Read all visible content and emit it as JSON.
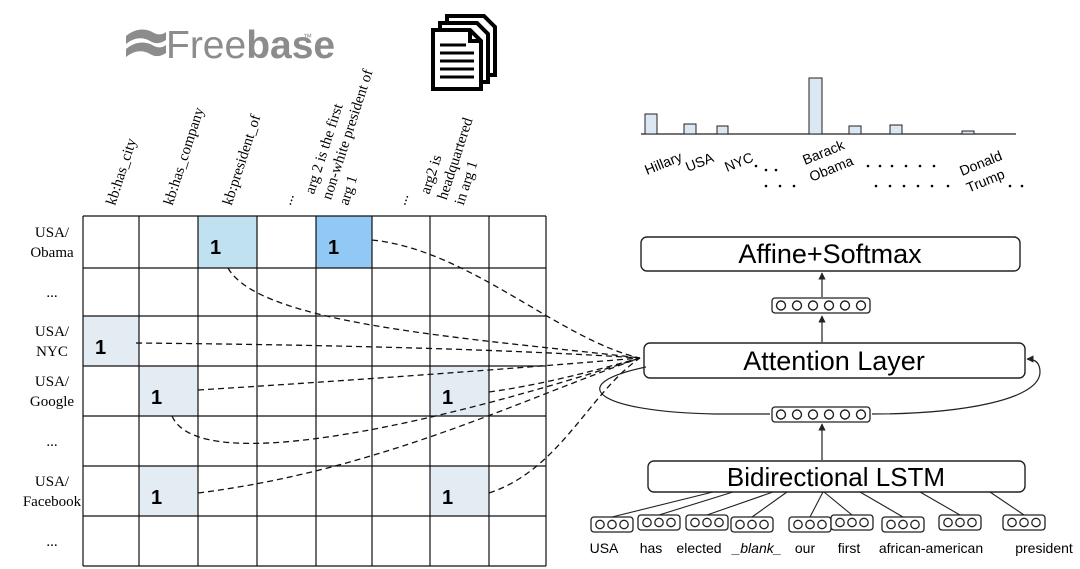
{
  "logo": {
    "text_light": "Free",
    "text_bold": "base",
    "tm": "™",
    "icon": "freebase-logo-icon"
  },
  "document_icon": "document-stack-icon",
  "matrix": {
    "columns": [
      {
        "lines": [
          "kb:has_city"
        ]
      },
      {
        "lines": [
          "kb:has_company"
        ]
      },
      {
        "lines": [
          "kb:president_of"
        ]
      },
      {
        "lines": [
          "..."
        ]
      },
      {
        "lines": [
          "arg 2 is the first",
          "non-white president of",
          "arg 1"
        ]
      },
      {
        "lines": [
          "..."
        ]
      },
      {
        "lines": [
          "arg2 is",
          "headquartered",
          "in arg 1"
        ]
      },
      {
        "lines": []
      }
    ],
    "rows": [
      {
        "lines": [
          "USA/",
          "Obama"
        ]
      },
      {
        "lines": [
          "..."
        ]
      },
      {
        "lines": [
          "USA/",
          "NYC"
        ]
      },
      {
        "lines": [
          "USA/",
          "Google"
        ]
      },
      {
        "lines": [
          "..."
        ]
      },
      {
        "lines": [
          "USA/",
          "Facebook"
        ]
      },
      {
        "lines": [
          "..."
        ]
      }
    ],
    "cells": [
      {
        "row": 0,
        "col": 2,
        "value": "1",
        "color": "#bfe1f0"
      },
      {
        "row": 0,
        "col": 4,
        "value": "1",
        "color": "#92c8f4"
      },
      {
        "row": 2,
        "col": 0,
        "value": "1",
        "color": "#e3ebf3"
      },
      {
        "row": 3,
        "col": 1,
        "value": "1",
        "color": "#e3ebf3"
      },
      {
        "row": 3,
        "col": 6,
        "value": "1",
        "color": "#e3ebf3"
      },
      {
        "row": 5,
        "col": 1,
        "value": "1",
        "color": "#e3ebf3"
      },
      {
        "row": 5,
        "col": 6,
        "value": "1",
        "color": "#e3ebf3"
      }
    ]
  },
  "network": {
    "affine_label": "Affine+Softmax",
    "attention_label": "Attention Layer",
    "lstm_label": "Bidirectional LSTM",
    "words": [
      "USA",
      "has",
      "elected",
      "_blank_",
      "our",
      "first",
      "african-american",
      "president"
    ]
  },
  "output_histogram": {
    "bars": [
      {
        "label": "Hillary",
        "value": 20
      },
      {
        "label": "USA",
        "value": 10
      },
      {
        "label": "NYC",
        "value": 8
      },
      {
        "label": "Barack Obama",
        "value": 56
      },
      {
        "label": "",
        "value": 8
      },
      {
        "label": "",
        "value": 9
      },
      {
        "label": "Donald Trump",
        "value": 3
      }
    ],
    "colors": {
      "bar": "#dce7f4",
      "stroke": "#222222"
    }
  }
}
